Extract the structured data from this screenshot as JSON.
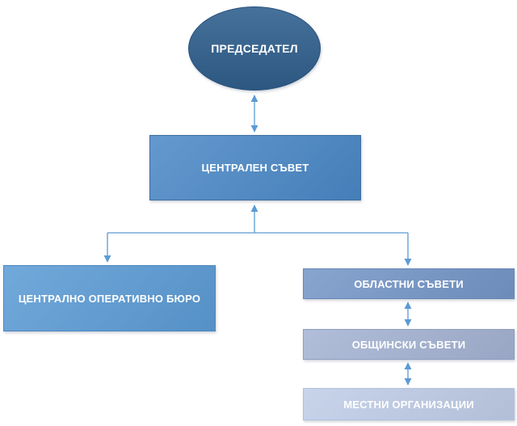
{
  "diagram": {
    "type": "org-chart",
    "background_color": "#ffffff",
    "connector_color": "#5b9bd5",
    "text_color": "#ffffff",
    "nodes": [
      {
        "id": "chairman",
        "label": "ПРЕДСЕДАТЕЛ",
        "shape": "ellipse",
        "fill": "#31618f"
      },
      {
        "id": "central-council",
        "label": "ЦЕНТРАЛЕН СЪВЕТ",
        "shape": "rectangle",
        "fill": "#4a88c6"
      },
      {
        "id": "central-operative-bureau",
        "label": "ЦЕНТРАЛНО ОПЕРАТИВНО БЮРО",
        "shape": "rectangle",
        "fill": "#5b9bd5"
      },
      {
        "id": "regional-councils",
        "label": "ОБЛАСТНИ СЪВЕТИ",
        "shape": "rectangle",
        "fill": "#7496c7"
      },
      {
        "id": "municipal-councils",
        "label": "ОБЩИНСКИ СЪВЕТИ",
        "shape": "rectangle",
        "fill": "#a4b3d3"
      },
      {
        "id": "local-organizations",
        "label": "МЕСТНИ ОРГАНИЗАЦИИ",
        "shape": "rectangle",
        "fill": "#bfcde7"
      }
    ],
    "edges": [
      {
        "from": "chairman",
        "to": "central-council",
        "style": "double-arrow"
      },
      {
        "from": "central-council",
        "to": "central-operative-bureau",
        "style": "arrow"
      },
      {
        "from": "central-council",
        "to": "regional-councils",
        "style": "arrow"
      },
      {
        "from": "regional-councils",
        "to": "municipal-councils",
        "style": "double-arrow"
      },
      {
        "from": "municipal-councils",
        "to": "local-organizations",
        "style": "double-arrow"
      }
    ]
  }
}
